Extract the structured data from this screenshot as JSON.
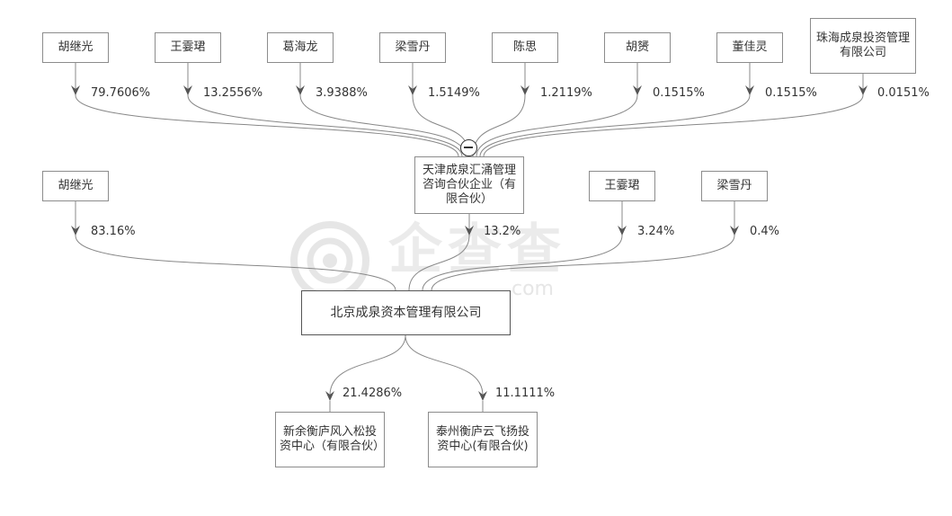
{
  "shareholders_top": [
    {
      "name": "胡继光",
      "pct": "79.7606%"
    },
    {
      "name": "王霎珺",
      "pct": "13.2556%"
    },
    {
      "name": "葛海龙",
      "pct": "3.9388%"
    },
    {
      "name": "梁雪丹",
      "pct": "1.5149%"
    },
    {
      "name": "陈思",
      "pct": "1.2119%"
    },
    {
      "name": "胡赟",
      "pct": "0.1515%"
    },
    {
      "name": "董佳灵",
      "pct": "0.1515%"
    },
    {
      "name": "珠海成泉投资管理有限公司",
      "pct": "0.0151%"
    }
  ],
  "partnership": {
    "name": "天津成泉汇涌管理咨询合伙企业（有限合伙）",
    "pct": "13.2%"
  },
  "shareholders_mid": [
    {
      "name": "胡继光",
      "pct": "83.16%"
    },
    {
      "name": "王霎珺",
      "pct": "3.24%"
    },
    {
      "name": "梁雪丹",
      "pct": "0.4%"
    }
  ],
  "main_company": {
    "name": "北京成泉资本管理有限公司"
  },
  "investments": [
    {
      "name": "新余衡庐风入松投资中心（有限合伙）",
      "pct": "21.4286%"
    },
    {
      "name": "泰州衡庐云飞扬投资中心(有限合伙)",
      "pct": "11.1111%"
    }
  ],
  "watermark": {
    "text": "企查查",
    "sub": ".com"
  },
  "colors": {
    "line": "#888888",
    "box_border": "#8c8c8c",
    "watermark": "#e6e6e6"
  }
}
